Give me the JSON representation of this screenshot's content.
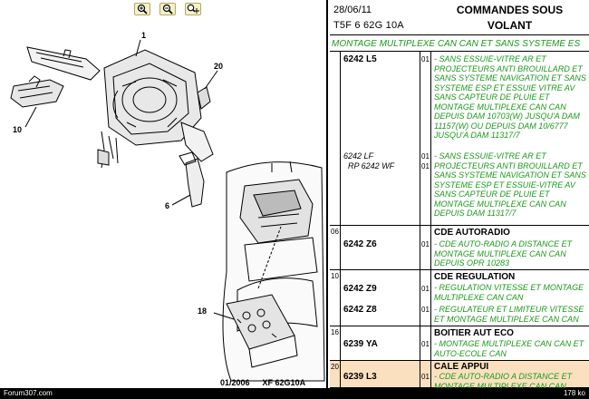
{
  "diagram": {
    "callouts": [
      "1",
      "20",
      "10",
      "6",
      "18"
    ],
    "figure_date": "01/2006",
    "figure_ref": "XF 62G10A"
  },
  "toolbar": {
    "zoom_in_icon": "magnifier-plus-icon",
    "zoom_out_icon": "magnifier-minus-icon",
    "zoom_pan_icon": "magnifier-move-icon"
  },
  "header": {
    "date": "28/06/11",
    "ref": "T5F 6 62G 10A",
    "title_line1": "COMMANDES SOUS",
    "title_line2": "VOLANT"
  },
  "subtitle": "MONTAGE MULTIPLEXE CAN CAN ET SANS SYSTEME ES",
  "rows": [
    {
      "item": "",
      "entries": [
        {
          "ref": "6242 L5",
          "qty": "01",
          "text": "- SANS ESSUIE-VITRE AR ET PROJECTEURS ANTI BROUILLARD ET SANS SYSTEME NAVIGATION ET SANS SYSTEME ESP ET ESSUIE VITRE AV SANS CAPTEUR DE PLUIE ET MONTAGE MULTIPLEXE CAN CAN DEPUIS DAM 10703(W) JUSQU'A DAM 11157(W) OU DEPUIS DAM 10/6777 JUSQU'A DAM 11317/7"
        },
        {
          "ref": "6242 LF",
          "ref2": "RP 6242 WF",
          "qty": "01",
          "qty2": "01",
          "text": "- SANS ESSUIE-VITRE AR ET PROJECTEURS ANTI BROUILLARD ET SANS SYSTEME NAVIGATION ET SANS SYSTEME ESP ET ESSUIE-VITRE AV SANS CAPTEUR DE PLUIE ET MONTAGE MULTIPLEXE CAN CAN DEPUIS DAM 11317/7"
        }
      ]
    },
    {
      "item": "06",
      "title": "CDE AUTORADIO",
      "entries": [
        {
          "ref": "6242 Z6",
          "qty": "01",
          "text": "- CDE AUTO-RADIO A DISTANCE ET MONTAGE MULTIPLEXE CAN CAN DEPUIS OPR 10283"
        }
      ]
    },
    {
      "item": "10",
      "title": "CDE REGULATION",
      "entries": [
        {
          "ref": "6242 Z9",
          "qty": "01",
          "text": "- REGULATION VITESSE ET MONTAGE MULTIPLEXE CAN CAN"
        },
        {
          "ref": "6242 Z8",
          "qty": "01",
          "text": "- REGULATEUR ET LIMITEUR VITESSE ET MONTAGE MULTIPLEXE CAN CAN"
        }
      ]
    },
    {
      "item": "16",
      "title": "BOITIER AUT ECO",
      "entries": [
        {
          "ref": "6239 YA",
          "qty": "01",
          "text": "- MONTAGE MULTIPLEXE CAN CAN ET AUTO-ECOLE CAN"
        }
      ]
    },
    {
      "item": "20",
      "title": "CALE APPUI",
      "highlight": "#fbe0c0",
      "entries": [
        {
          "ref": "6239 L3",
          "qty": "01",
          "text": "- CDE AUTO-RADIO A DISTANCE ET MONTAGE MULTIPLEXE CAN CAN"
        }
      ]
    }
  ],
  "status": {
    "left": "Forum307.com",
    "right": "178 ko"
  }
}
